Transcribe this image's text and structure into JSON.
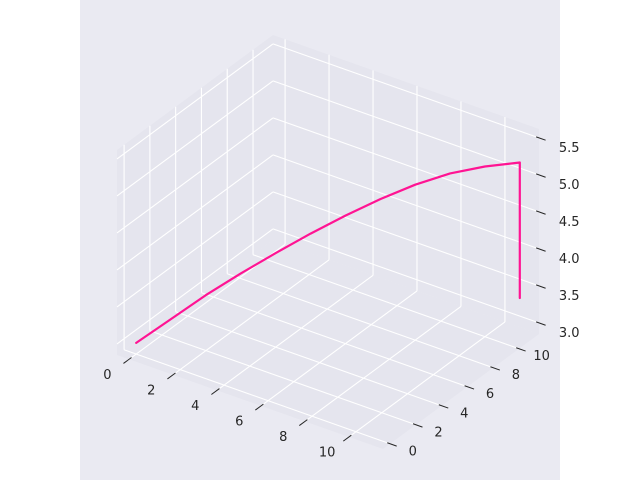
{
  "chart_data": {
    "type": "line",
    "projection": "3d",
    "title": "",
    "xlabel": "",
    "ylabel": "",
    "zlabel": "",
    "grid": true,
    "colors": {
      "figure_bg": "#ffffff",
      "axes_bg": "#eaeaf2",
      "pane_bg": "#e5e5ee",
      "grid": "#ffffff",
      "line": "#ff1493",
      "tick_text": "#262626"
    },
    "xlim": [
      -0.55,
      11.55
    ],
    "ylim": [
      -0.55,
      11.55
    ],
    "zlim": [
      2.85,
      5.62
    ],
    "xticks": [
      0,
      2,
      4,
      6,
      8,
      10
    ],
    "yticks": [
      0,
      2,
      4,
      6,
      8,
      10
    ],
    "zticks": [
      3.0,
      3.5,
      4.0,
      4.5,
      5.0,
      5.5
    ],
    "xtick_labels": [
      "0",
      "2",
      "4",
      "6",
      "8",
      "10"
    ],
    "ytick_labels": [
      "0",
      "2",
      "4",
      "6",
      "8",
      "10"
    ],
    "ztick_labels": [
      "3.0",
      "3.5",
      "4.0",
      "4.5",
      "5.0",
      "5.5"
    ],
    "series": [
      {
        "x": [
          0,
          1,
          2,
          3,
          4,
          5,
          6,
          7,
          8,
          9,
          10,
          11,
          11,
          11,
          11
        ],
        "y": [
          0,
          1,
          2,
          3,
          4,
          5,
          6,
          7,
          8,
          9,
          10,
          11,
          11,
          11,
          11
        ],
        "z": [
          3.0,
          3.3,
          3.6,
          3.87,
          4.12,
          4.36,
          4.58,
          4.78,
          4.95,
          5.08,
          5.15,
          5.18,
          4.25,
          3.85,
          3.35
        ]
      }
    ]
  }
}
